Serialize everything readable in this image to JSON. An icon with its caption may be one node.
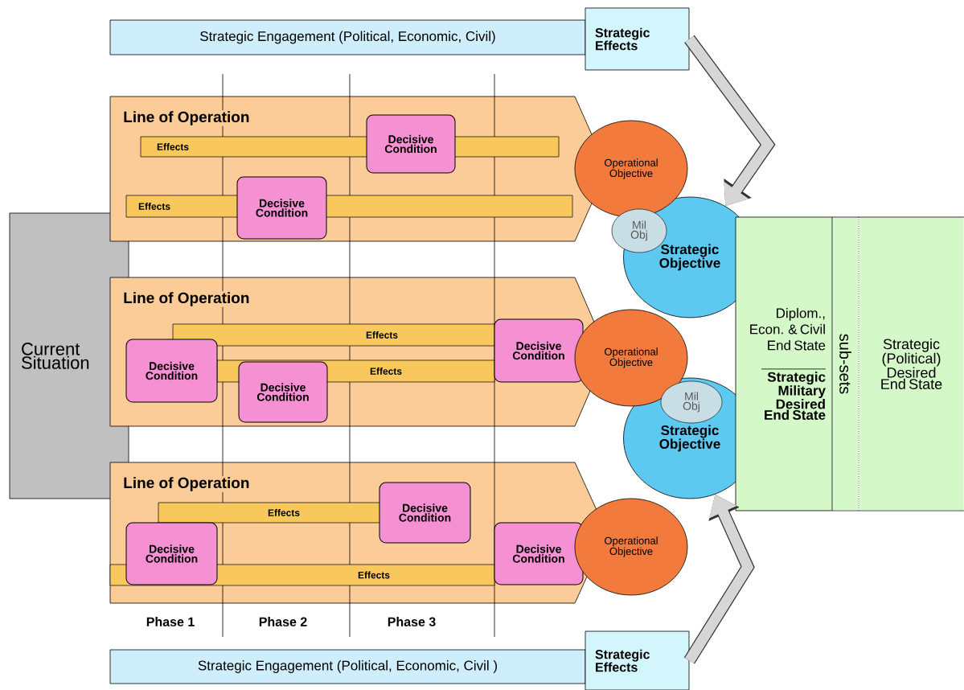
{
  "diagram": {
    "nodes": [
      {
        "text": [
          "Strategic Engagement (Political, Economic, Civil)"
        ]
      },
      {
        "text": [
          "Strategic Effects"
        ]
      },
      {
        "text": [
          "Current Situation"
        ]
      },
      {
        "text": [
          "Line of Operation"
        ]
      },
      {
        "text": [
          "Effects"
        ],
        "in": 3
      },
      {
        "text": [
          "Decisive Condition"
        ],
        "in": 3
      },
      {
        "text": [
          "Effects"
        ],
        "in": 3
      },
      {
        "text": [
          "Decisive Condition"
        ],
        "in": 3
      },
      {
        "text": [
          "Operational Objective"
        ]
      },
      {
        "text": [
          "Mil Obj"
        ]
      },
      {
        "text": [
          "Strategic Objective"
        ]
      },
      {
        "text": [
          "Diplom., Econ. & Civil End State",
          "Strategic Military Desired End State"
        ]
      },
      {
        "text": [
          "sub-sets"
        ]
      },
      {
        "text": [
          "Strategic (Political) Desired End State"
        ]
      },
      {
        "text": [
          "Line of Operation"
        ]
      },
      {
        "text": [
          "Effects"
        ],
        "in": 14
      },
      {
        "text": [
          "Effects"
        ],
        "in": 14
      },
      {
        "text": [
          "Decisive Condition"
        ],
        "in": 14
      },
      {
        "text": [
          "Decisive Condition"
        ],
        "in": 14
      },
      {
        "text": [
          "Decisive Condition"
        ],
        "in": 14
      },
      {
        "text": [
          "Operational Objective"
        ]
      },
      {
        "text": [
          "Mil Obj"
        ],
        "in": 22
      },
      {
        "text": [
          "Strategic Objective"
        ]
      },
      {
        "text": [
          "Line of Operation"
        ]
      },
      {
        "text": [
          "Effects"
        ],
        "in": 23
      },
      {
        "text": [
          "Decisive Condition"
        ],
        "in": 23
      },
      {
        "text": [
          "Effects"
        ],
        "in": 23
      },
      {
        "text": [
          "Decisive Condition"
        ],
        "in": 23
      },
      {
        "text": [
          "Decisive Condition"
        ],
        "in": 23
      },
      {
        "text": [
          "Operational Objective"
        ]
      },
      {
        "text": [
          "Strategic Engagement (Political, Economic, Civil )"
        ]
      },
      {
        "text": [
          "Strategic Effects"
        ]
      }
    ],
    "edges": [
      {
        "from": 1,
        "to": 10,
        "arrow": "to"
      },
      {
        "from": 31,
        "to": 22,
        "arrow": "to"
      }
    ],
    "labels": [
      "Phase 1",
      "Phase 2",
      "Phase 3"
    ]
  }
}
